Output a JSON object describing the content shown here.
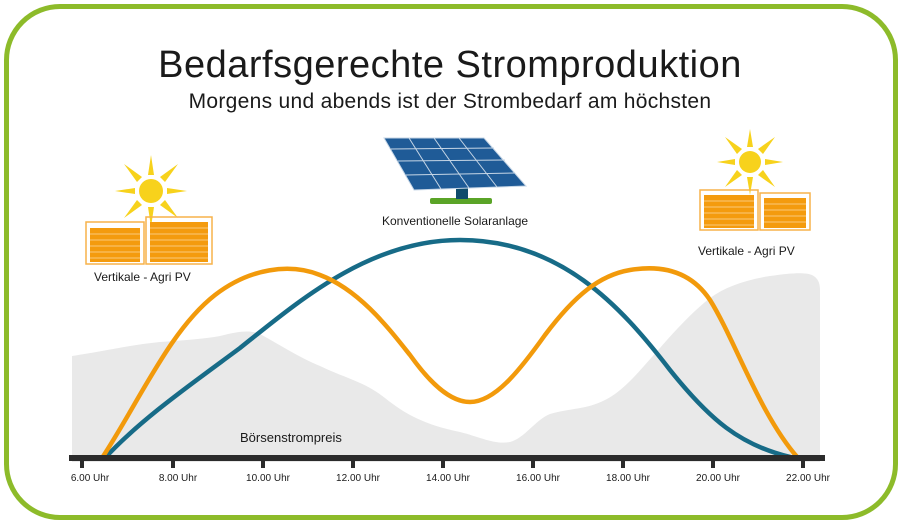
{
  "header": {
    "title": "Bedarfsgerechte Stromproduktion",
    "subtitle": "Morgens und abends ist der Strombedarf am höchsten"
  },
  "labels": {
    "conventional": "Konventionelle Solaranlage",
    "vertical_left": "Vertikale - Agri PV",
    "vertical_right": "Vertikale - Agri PV",
    "price": "Börsenstrompreis"
  },
  "axis": {
    "ticks": [
      "6.00 Uhr",
      "8.00 Uhr",
      "10.00 Uhr",
      "12.00 Uhr",
      "14.00 Uhr",
      "16.00 Uhr",
      "18.00 Uhr",
      "20.00 Uhr",
      "22.00 Uhr"
    ]
  },
  "colors": {
    "frame": "#8dbb2a",
    "conventional_curve": "#176b87",
    "vertical_curve": "#f29a0b",
    "price_area": "#e9e9e9",
    "sun": "#f7d21c",
    "panel_vertical": "#f49b0e",
    "panel_conventional": "#1f5b97"
  },
  "icons": [
    "sun-icon",
    "vertical-panel-icon",
    "tracker-solar-panel-icon"
  ]
}
